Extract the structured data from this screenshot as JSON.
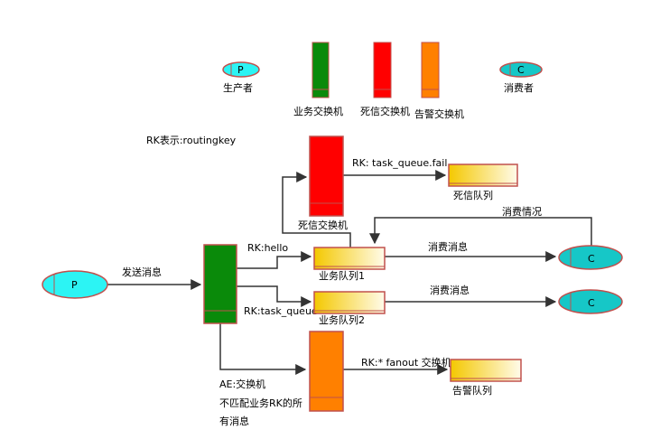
{
  "colors": {
    "producer_fill": "#2CF4F4",
    "producer_stroke": "#C0504D",
    "consumer_fill": "#16C7C7",
    "consumer_stroke": "#C0504D",
    "business_exchange_fill": "#0A8A0A",
    "dead_letter_exchange_fill": "#FF0000",
    "alert_exchange_fill": "#FF8000",
    "queue_fill_start": "#F4C800",
    "queue_fill_end": "#FFFBEA",
    "queue_stroke": "#C0504D",
    "edge": "#333333"
  },
  "legend": {
    "producer_symbol": "P",
    "producer_label": "生产者",
    "business_exchange_label": "业务交换机",
    "dead_letter_exchange_label": "死信交换机",
    "alert_exchange_label": "告警交换机",
    "consumer_symbol": "C",
    "consumer_label": "消费者"
  },
  "rk_note": "RK表示:routingkey",
  "nodes": {
    "producer_symbol": "P",
    "consumer1_symbol": "C",
    "consumer2_symbol": "C",
    "dead_letter_exchange_label": "死信交换机",
    "dead_letter_queue_label": "死信队列",
    "business_queue1_label": "业务队列1",
    "business_queue2_label": "业务队列2",
    "alert_queue_label": "告警队列"
  },
  "edges": {
    "send_label": "发送消息",
    "rk_hello": "RK:hello",
    "rk_task_queue": "RK:task_queue",
    "rk_task_queue_fail": "RK: task_queue.fail",
    "consume1_label": "消费消息",
    "consume2_label": "消费消息",
    "consume_status_label": "消费情况",
    "rk_fanout": "RK:* fanout 交换机",
    "ae_line1": "AE:交换机",
    "ae_line2": "不匹配业务RK的所",
    "ae_line3": "有消息"
  }
}
